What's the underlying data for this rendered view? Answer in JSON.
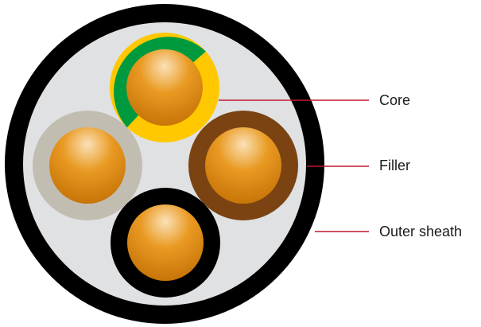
{
  "labels": {
    "core": "Core",
    "filler": "Filler",
    "outer_sheath": "Outer sheath"
  },
  "colors": {
    "outer_sheath": "#000000",
    "filler": "#dfe1e3",
    "core_copper_light": "#fbe1b8",
    "core_copper_mid": "#e99a22",
    "core_copper_dark": "#c77508",
    "insulation_green": "#009a3e",
    "insulation_yellow": "#ffc800",
    "insulation_grey": "#c2bdb1",
    "insulation_brown": "#7a4311",
    "insulation_black": "#000000",
    "leader_line": "#c0192e"
  },
  "cores": [
    {
      "name": "core-top-green-yellow",
      "insulation": "green-yellow"
    },
    {
      "name": "core-left-grey",
      "insulation": "grey"
    },
    {
      "name": "core-right-brown",
      "insulation": "brown"
    },
    {
      "name": "core-bottom-black",
      "insulation": "black"
    }
  ]
}
